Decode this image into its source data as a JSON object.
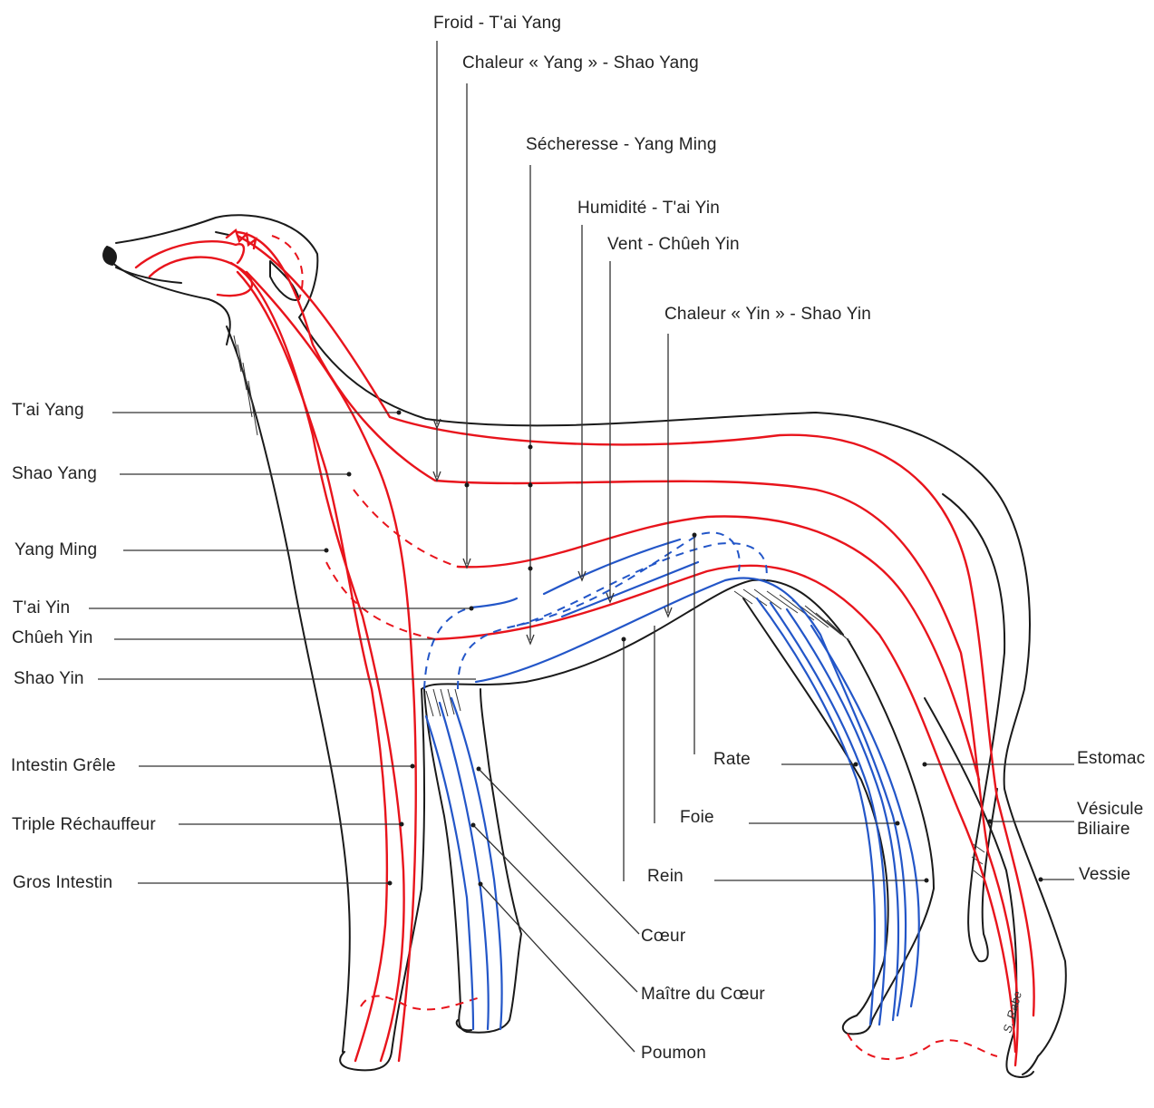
{
  "colors": {
    "yang_meridian": "#e8141c",
    "yin_meridian": "#2356c8",
    "outline": "#1a1a1a",
    "leader": "#333333",
    "background": "#ffffff"
  },
  "top_labels": [
    {
      "key": "froid",
      "text": "Froid  -  T'ai Yang"
    },
    {
      "key": "chaleur_yang",
      "text": "Chaleur « Yang »  -  Shao Yang"
    },
    {
      "key": "secheresse",
      "text": "Sécheresse  -  Yang Ming"
    },
    {
      "key": "humidite",
      "text": "Humidité  -  T'ai Yin"
    },
    {
      "key": "vent",
      "text": "Vent  -  Chûeh Yin"
    },
    {
      "key": "chaleur_yin",
      "text": "Chaleur « Yin »  -  Shao Yin"
    }
  ],
  "left_labels": [
    {
      "key": "tai_yang",
      "text": "T'ai Yang"
    },
    {
      "key": "shao_yang",
      "text": "Shao Yang"
    },
    {
      "key": "yang_ming",
      "text": "Yang Ming"
    },
    {
      "key": "tai_yin",
      "text": "T'ai Yin"
    },
    {
      "key": "chueh_yin",
      "text": "Chûeh Yin"
    },
    {
      "key": "shao_yin",
      "text": "Shao Yin"
    },
    {
      "key": "intestin_grele",
      "text": "Intestin Grêle"
    },
    {
      "key": "triple_rechauffeur",
      "text": "Triple Réchauffeur"
    },
    {
      "key": "gros_intestin",
      "text": "Gros Intestin"
    }
  ],
  "organ_labels": [
    {
      "key": "rate",
      "text": "Rate"
    },
    {
      "key": "foie",
      "text": "Foie"
    },
    {
      "key": "rein",
      "text": "Rein"
    },
    {
      "key": "coeur",
      "text": "Cœur"
    },
    {
      "key": "maitre_du_coeur",
      "text": "Maître du Cœur"
    },
    {
      "key": "poumon",
      "text": "Poumon"
    }
  ],
  "right_labels": [
    {
      "key": "estomac",
      "text": "Estomac"
    },
    {
      "key": "vesicule",
      "text": "Vésicule Biliaire"
    },
    {
      "key": "vessie",
      "text": "Vessie"
    }
  ],
  "signature": "S. Rabe"
}
